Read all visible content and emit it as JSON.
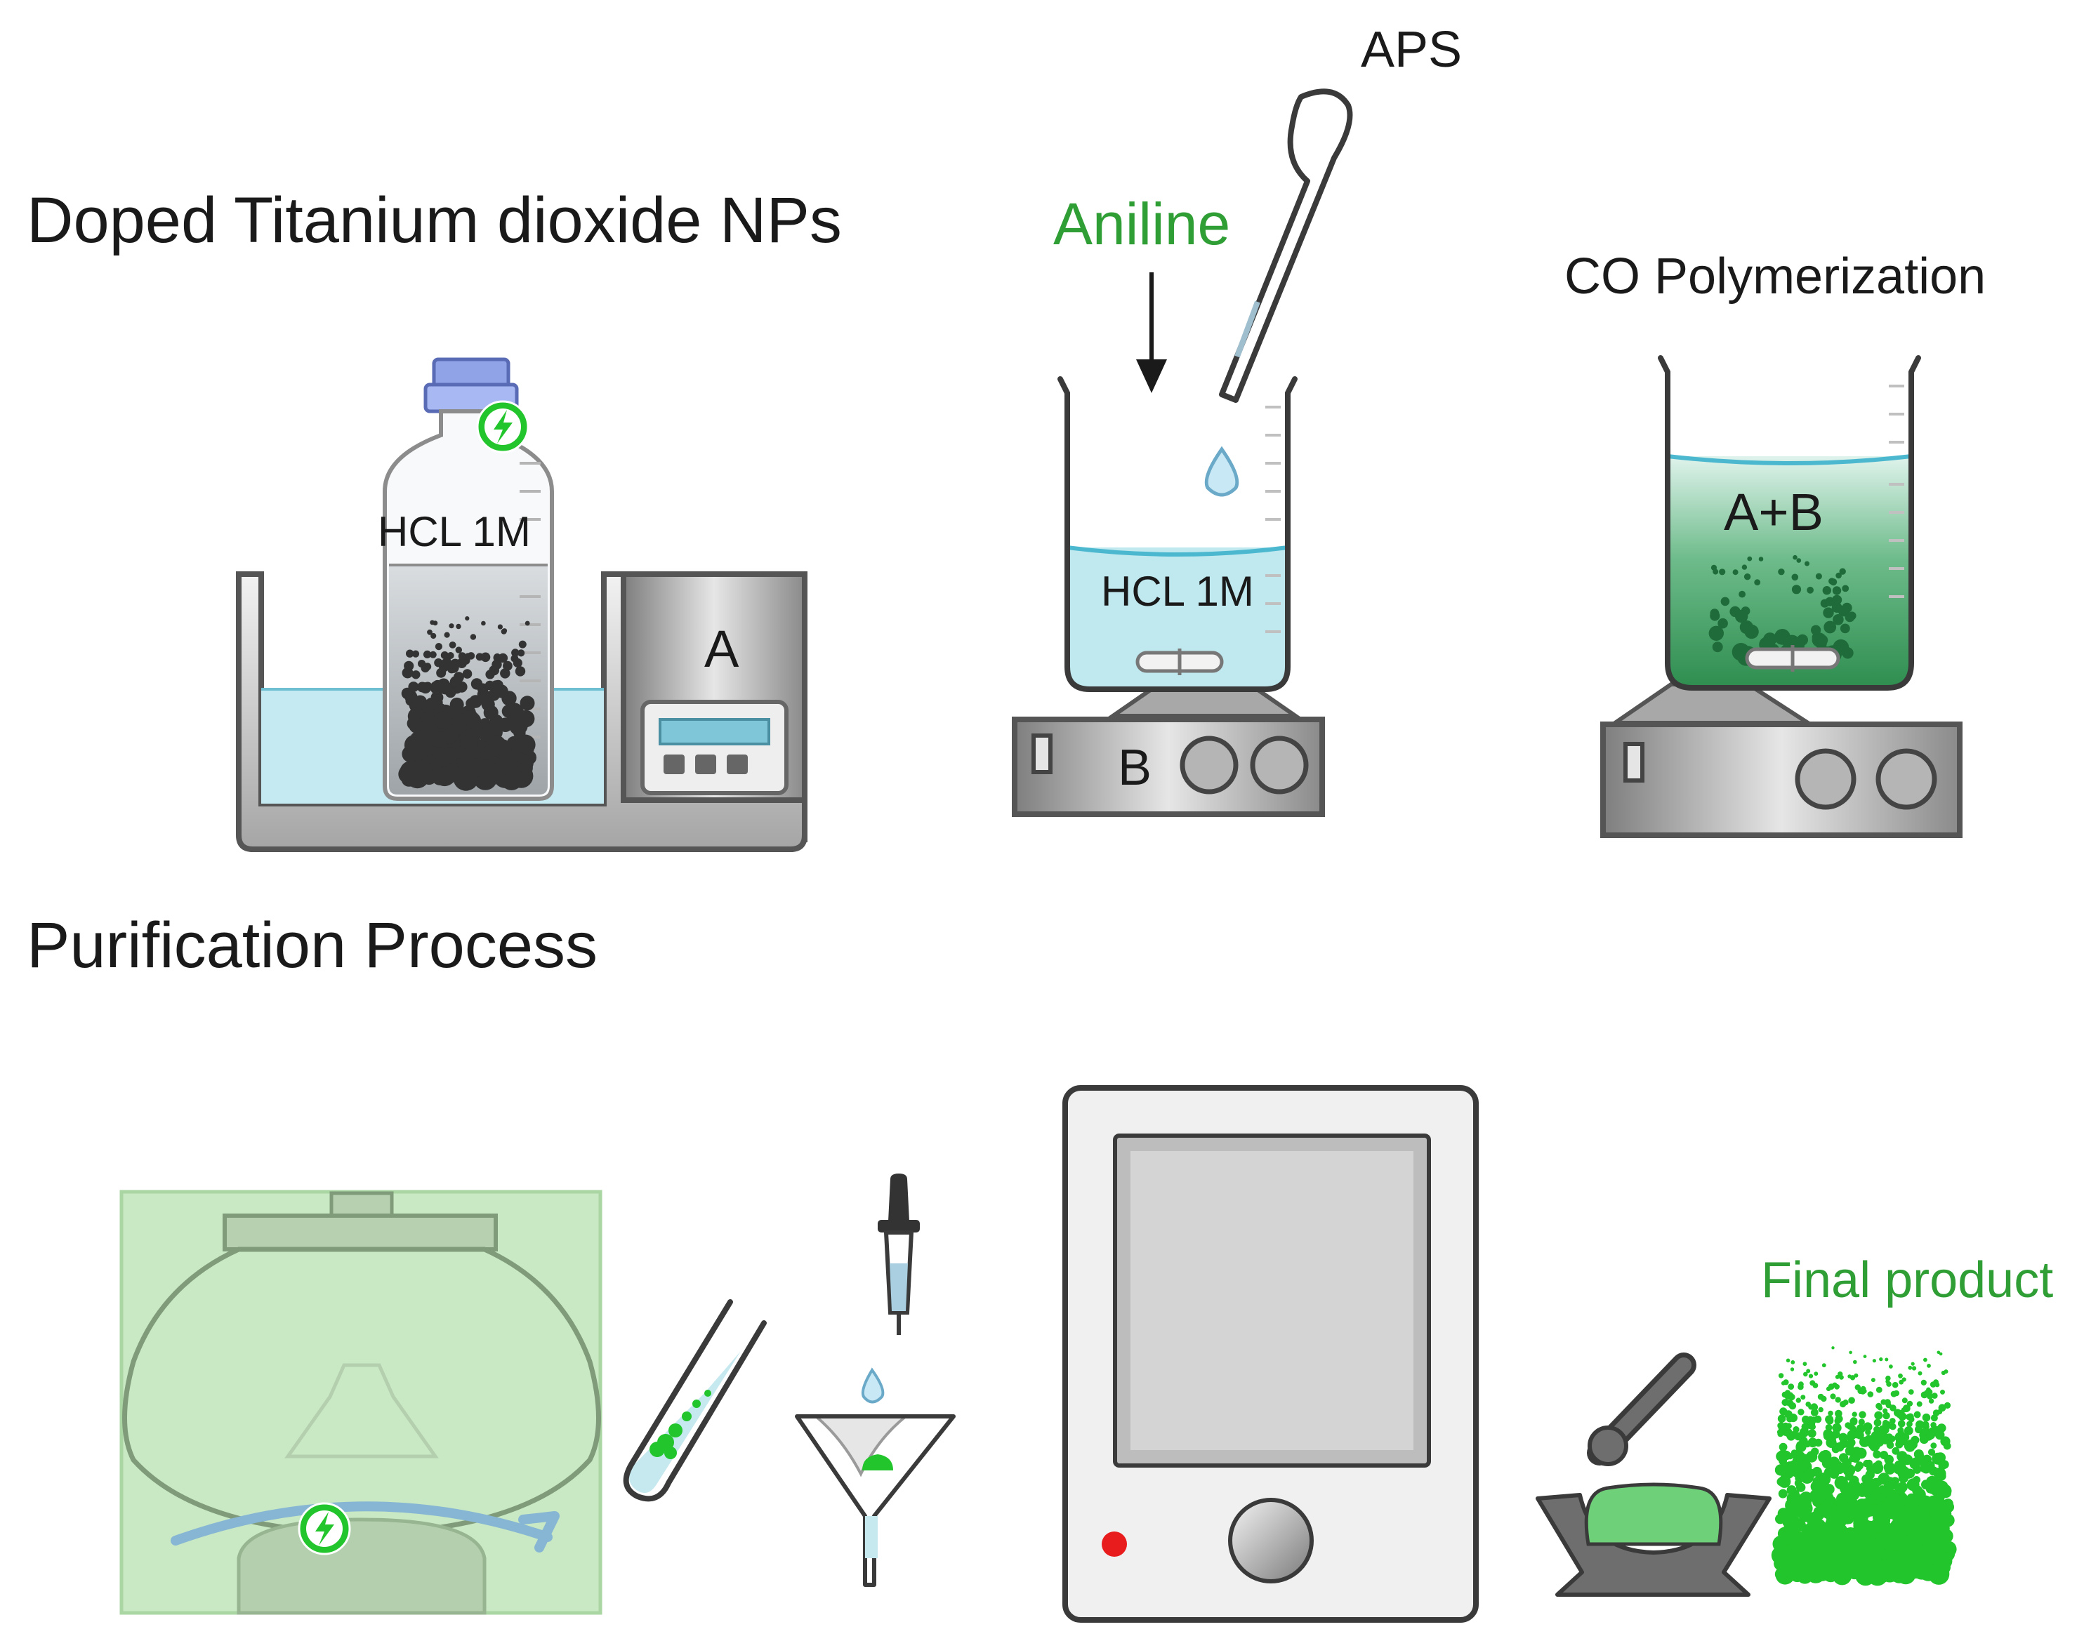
{
  "labels": {
    "doped_title": "Doped Titanium dioxide NPs",
    "aniline": "Aniline",
    "aps": "APS",
    "co_polymerization": "CO Polymerization",
    "purification_title": "Purification Process",
    "final_product": "Final product",
    "hcl_bottle": "HCL 1M",
    "hcl_beaker": "HCL 1M",
    "label_a": "A",
    "label_b": "B",
    "label_ab": "A+B"
  },
  "colors": {
    "text": "#1a1a1a",
    "green_text": "#2e9e35",
    "product_green": "#22c52b",
    "polymer_green": "#3a9a5c",
    "water": "#b8e6ee",
    "device_grey": "#9b9b9b",
    "centrifuge_bg": "#c9e8c4",
    "indicator_red": "#e81c1c"
  }
}
